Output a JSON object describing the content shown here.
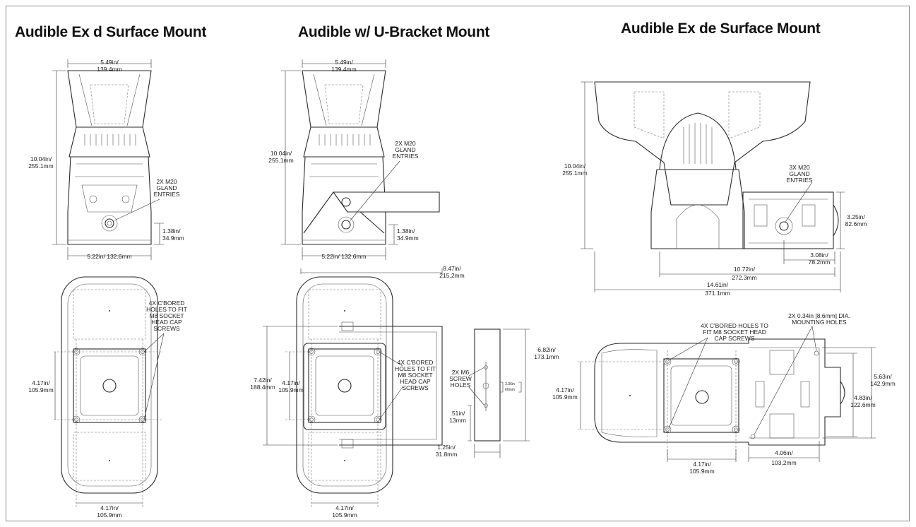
{
  "titles": {
    "exd": "Audible Ex d Surface Mount",
    "ubracket": "Audible w/ U-Bracket Mount",
    "exde": "Audible Ex de Surface Mount"
  },
  "exd": {
    "top_width": [
      "5.49in/",
      "139.4mm"
    ],
    "height": [
      "10.04in/",
      "255.1mm"
    ],
    "gland": [
      "2X M20",
      "GLAND",
      "ENTRIES"
    ],
    "gland_offset": [
      "1.38in/",
      "34.9mm"
    ],
    "base_width": "5.22in/ 132.6mm",
    "holes": [
      "4X C'BORED",
      "HOLES TO FIT",
      "M8 SOCKET",
      "HEAD CAP",
      "SCREWS"
    ],
    "hole_v": [
      "4.17in/",
      "105.9mm"
    ],
    "hole_h": [
      "4.17in/",
      "105.9mm"
    ]
  },
  "ubracket": {
    "top_width": [
      "5.49in/",
      "139.4mm"
    ],
    "height": [
      "10.04in/",
      "255.1mm"
    ],
    "gland": [
      "2X M20",
      "GLAND",
      "ENTRIES"
    ],
    "gland_offset": [
      "1.38in/",
      "34.9mm"
    ],
    "base_width": "5.22in/ 132.6mm",
    "overall_width": [
      "8.47in/",
      "215.2mm"
    ],
    "bracket_h": [
      "7.42in/",
      "188.4mm"
    ],
    "hole_v": [
      "4.17in/",
      "105.9mm"
    ],
    "holes": [
      "4X C'BORED",
      "HOLES TO FIT",
      "M8 SOCKET",
      "HEAD CAP",
      "SCREWS"
    ],
    "screw_holes": [
      "2X M6",
      "SCREW",
      "HOLES"
    ],
    "inner_spacing": [
      "2.36in",
      "60mm"
    ],
    "bracket_len": [
      "6.82in/",
      "173.1mm"
    ],
    "hole_edge": [
      ".51in/",
      "13mm"
    ],
    "bracket_depth": [
      "1.25in/",
      "31.8mm"
    ],
    "hole_h": [
      "4.17in/",
      "105.9mm"
    ]
  },
  "exde": {
    "height": [
      "10.04in/",
      "255.1mm"
    ],
    "gland": [
      "3X M20",
      "GLAND",
      "ENTRIES"
    ],
    "box_h": [
      "3.25in/",
      "82.6mm"
    ],
    "box_w": [
      "3.08in/",
      "78.2mm"
    ],
    "mid_w": [
      "10.72in/",
      "272.3mm"
    ],
    "overall_w": [
      "14.61in/",
      "371.1mm"
    ],
    "holes": [
      "4X C'BORED HOLES TO",
      "FIT M8 SOCKET HEAD",
      "CAP SCREWS"
    ],
    "mount_holes": [
      "2X 0.34in [8.6mm] DIA.",
      "MOUNTING HOLES"
    ],
    "hole_v": [
      "4.17in/",
      "105.9mm"
    ],
    "plate_h": [
      "5.63in/",
      "142.9mm"
    ],
    "plate_inner": [
      "4.83in/",
      "122.6mm"
    ],
    "hole_h": [
      "4.17in/",
      "105.9mm"
    ],
    "plate_w": [
      "4.06in/",
      "103.2mm"
    ]
  }
}
